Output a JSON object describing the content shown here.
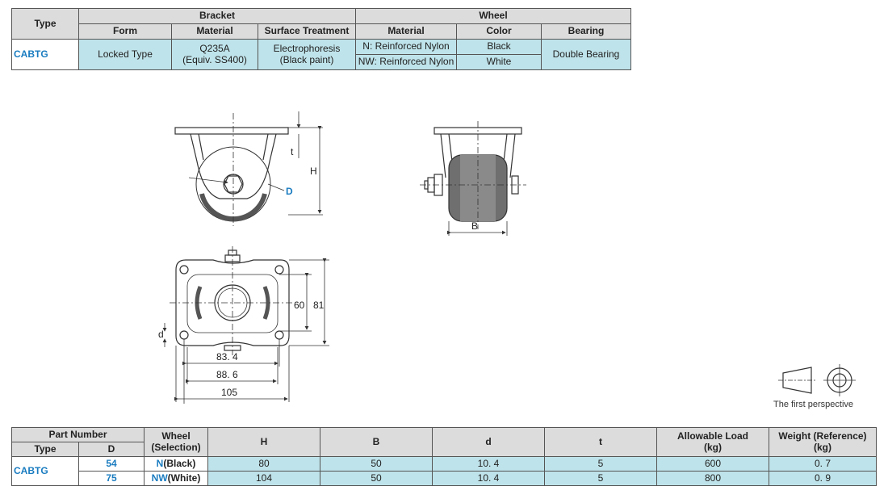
{
  "spec_table": {
    "type_header": "Type",
    "bracket_header": "Bracket",
    "wheel_header": "Wheel",
    "col_form": "Form",
    "col_material": "Material",
    "col_surface": "Surface Treatment",
    "col_wheel_material": "Material",
    "col_color": "Color",
    "col_bearing": "Bearing",
    "type_value": "CABTG",
    "form_value": "Locked Type",
    "material_value_1": "Q235A",
    "material_value_2": "(Equiv. SS400)",
    "surface_value_1": "Electrophoresis",
    "surface_value_2": "(Black paint)",
    "wheel_rows": [
      {
        "material": "N: Reinforced Nylon",
        "color": "Black"
      },
      {
        "material": "NW: Reinforced Nylon",
        "color": "White"
      }
    ],
    "bearing_value": "Double Bearing"
  },
  "drawing": {
    "label_t": "t",
    "label_H": "H",
    "label_D": "D",
    "label_B": "B",
    "label_d": "d",
    "dim_60": "60",
    "dim_81": "81",
    "dim_834": "83. 4",
    "dim_886": "88. 6",
    "dim_105": "105",
    "perspective_label": "The first perspective"
  },
  "data_table": {
    "part_number_header": "Part Number",
    "type_header": "Type",
    "d_header": "D",
    "wheel_header_1": "Wheel",
    "wheel_header_2": "(Selection)",
    "h_header": "H",
    "b_header": "B",
    "d_small_header": "d",
    "t_header": "t",
    "load_header_1": "Allowable Load",
    "load_header_2": "(kg)",
    "weight_header_1": "Weight (Reference)",
    "weight_header_2": "(kg)",
    "type_value": "CABTG",
    "rows": [
      {
        "D": "54",
        "wheel_code": "N",
        "wheel_color": "(Black)",
        "H": "80",
        "B": "50",
        "d": "10. 4",
        "t": "5",
        "load": "600",
        "weight": "0. 7"
      },
      {
        "D": "75",
        "wheel_code": "NW",
        "wheel_color": "(White)",
        "H": "104",
        "B": "50",
        "d": "10. 4",
        "t": "5",
        "load": "800",
        "weight": "0. 9"
      }
    ]
  }
}
